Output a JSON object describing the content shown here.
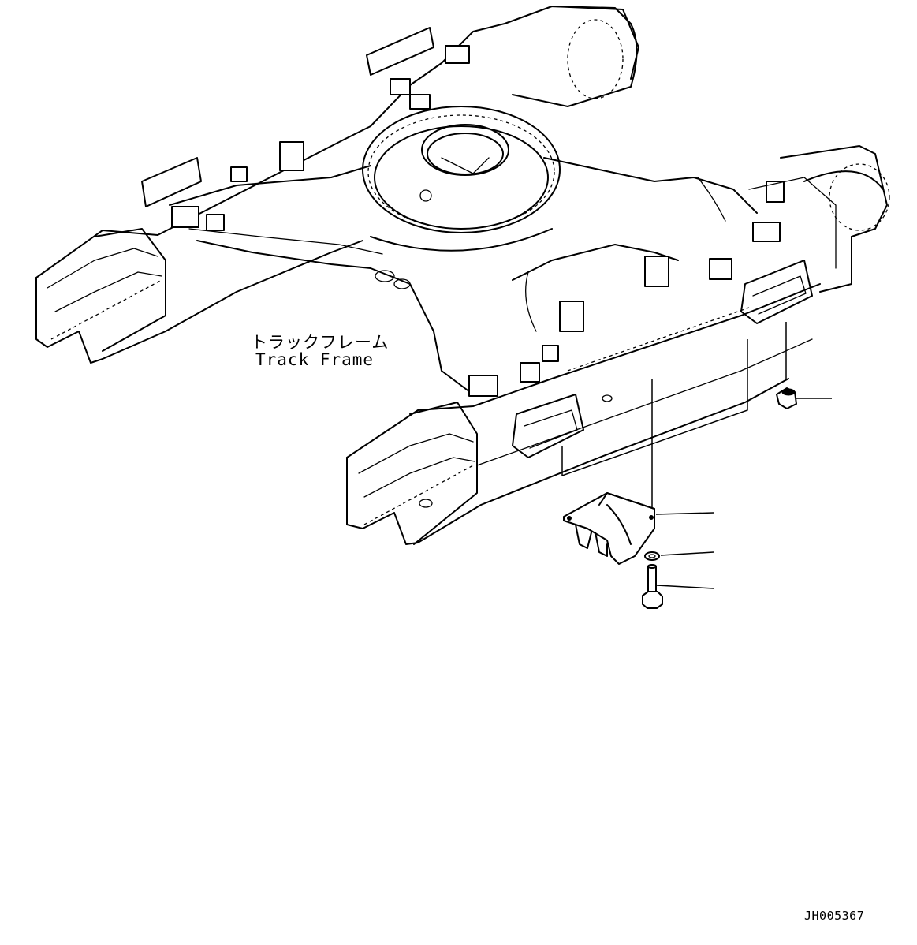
{
  "diagram": {
    "assembly_label_jp": "トラックフレーム",
    "assembly_label_en": "Track Frame",
    "drawing_code": "JH005367"
  }
}
